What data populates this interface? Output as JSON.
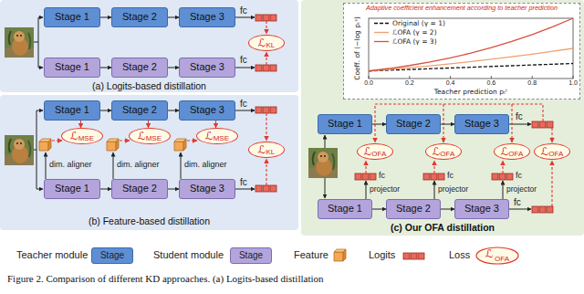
{
  "diagram": {
    "caption": "Figure 2. Comparison of different KD approaches. (a) Logits-based distillation",
    "nodes": [
      {
        "text": [
          "(a) Logits-based distillation"
        ]
      },
      {
        "text": [
          "Stage 1"
        ],
        "in": 0
      },
      {
        "text": [
          "Stage 2"
        ],
        "in": 0
      },
      {
        "text": [
          "Stage 3"
        ],
        "in": 0
      },
      {
        "text": [
          "ℒ",
          "KL"
        ],
        "in": 0
      },
      {
        "text": [
          "Stage 1"
        ],
        "in": 0
      },
      {
        "text": [
          "Stage 2"
        ],
        "in": 0
      },
      {
        "text": [
          "Stage 3"
        ],
        "in": 0
      },
      {
        "text": [
          "(b) Feature-based distillation"
        ]
      },
      {
        "text": [
          "Stage 1"
        ],
        "in": 8
      },
      {
        "text": [
          "Stage 2"
        ],
        "in": 8
      },
      {
        "text": [
          "Stage 3"
        ],
        "in": 8
      },
      {
        "text": [
          "ℒ",
          "MSE"
        ],
        "in": 8
      },
      {
        "text": [
          "ℒ",
          "MSE"
        ],
        "in": 8
      },
      {
        "text": [
          "ℒ",
          "MSE"
        ],
        "in": 8
      },
      {
        "text": [
          "ℒ",
          "KL"
        ],
        "in": 8
      },
      {
        "text": [
          "Stage 1"
        ],
        "in": 8
      },
      {
        "text": [
          "Stage 2"
        ],
        "in": 8
      },
      {
        "text": [
          "Stage 3"
        ],
        "in": 8
      },
      {
        "text": [
          "(c) Our OFA distillation"
        ]
      },
      {
        "text": [
          "Adaptive coefficient enhancement according to teacher prediction"
        ],
        "in": 19
      },
      {
        "text": [
          "Stage 1"
        ],
        "in": 19
      },
      {
        "text": [
          "Stage 2"
        ],
        "in": 19
      },
      {
        "text": [
          "Stage 3"
        ],
        "in": 19
      },
      {
        "text": [
          "ℒ",
          "OFA"
        ],
        "in": 19
      },
      {
        "text": [
          "ℒ",
          "OFA"
        ],
        "in": 19
      },
      {
        "text": [
          "ℒ",
          "OFA"
        ],
        "in": 19
      },
      {
        "text": [
          "ℒ",
          "OFA"
        ],
        "in": 19
      },
      {
        "text": [
          "Stage 1"
        ],
        "in": 19
      },
      {
        "text": [
          "Stage 2"
        ],
        "in": 19
      },
      {
        "text": [
          "Stage 3"
        ],
        "in": 19
      }
    ],
    "edges": [
      {
        "from": 1,
        "to": 2,
        "arrow": "to"
      },
      {
        "from": 2,
        "to": 3,
        "arrow": "to"
      },
      {
        "from": 5,
        "to": 6,
        "arrow": "to"
      },
      {
        "from": 6,
        "to": 7,
        "arrow": "to"
      },
      {
        "from": 9,
        "to": 10,
        "arrow": "to"
      },
      {
        "from": 10,
        "to": 11,
        "arrow": "to"
      },
      {
        "from": 9,
        "to": 12,
        "arrow": "to"
      },
      {
        "from": 10,
        "to": 13,
        "arrow": "to"
      },
      {
        "from": 11,
        "to": 14,
        "arrow": "to"
      },
      {
        "from": 16,
        "to": 17,
        "arrow": "to"
      },
      {
        "from": 17,
        "to": 18,
        "arrow": "to"
      },
      {
        "from": 21,
        "to": 22,
        "arrow": "to"
      },
      {
        "from": 22,
        "to": 23,
        "arrow": "to"
      },
      {
        "from": 28,
        "to": 29,
        "arrow": "to"
      },
      {
        "from": 29,
        "to": 30,
        "arrow": "to"
      }
    ],
    "labels": [
      "fc",
      "fc",
      "fc",
      "fc",
      "dim. aligner",
      "dim. aligner",
      "dim. aligner",
      "Coeff. of (−log pₜˢ)",
      "Teacher prediction pₜᵗ",
      "0.0",
      "0.2",
      "0.4",
      "0.6",
      "0.8",
      "1.0",
      "fc",
      "fc",
      "fc",
      "fc",
      "fc",
      "projector",
      "projector",
      "projector",
      "Stage",
      "Stage",
      "ℒ",
      "OFA"
    ],
    "legend": [
      {
        "text": "Original (γ = 1)"
      },
      {
        "text": "ℒOFA (γ = 2)"
      },
      {
        "text": "ℒOFA (γ = 3)"
      },
      {
        "text": "Teacher module",
        "color": "#5e8fd4"
      },
      {
        "text": "Student module",
        "color": "#b3a5dc"
      },
      {
        "text": "Feature"
      },
      {
        "text": "Logits"
      },
      {
        "text": "Loss"
      }
    ]
  }
}
